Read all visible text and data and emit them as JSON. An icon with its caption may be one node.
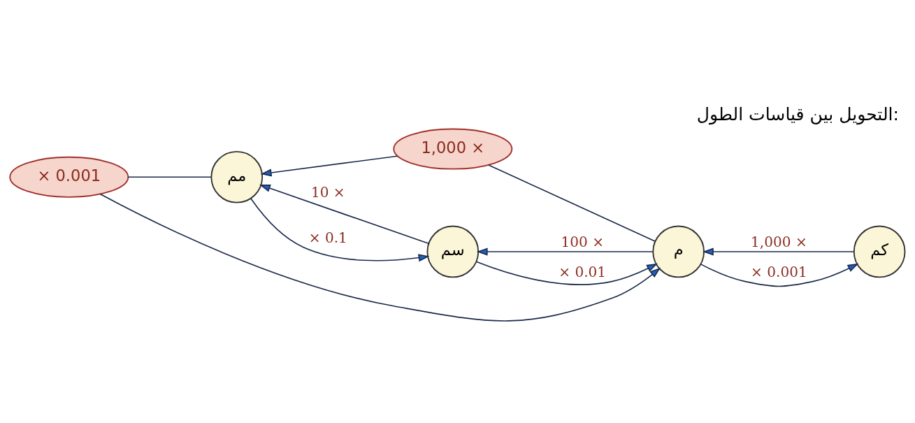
{
  "diagram": {
    "title": "التحويل بين قياسات الطول:",
    "nodes": [
      {
        "text": [
          "1,000 ×"
        ]
      },
      {
        "text": [
          "كم"
        ]
      },
      {
        "text": [
          "م"
        ]
      },
      {
        "text": [
          "سم"
        ]
      },
      {
        "text": [
          "مم"
        ]
      },
      {
        "text": [
          "× 0.001"
        ]
      }
    ],
    "edges": [
      {
        "from": 2,
        "to": 0,
        "arrow": "none"
      },
      {
        "from": 0,
        "to": 4,
        "arrow": "to"
      },
      {
        "from": 1,
        "to": 2,
        "arrow": "to",
        "label": "1,000 ×"
      },
      {
        "from": 2,
        "to": 3,
        "arrow": "to",
        "label": "100 ×"
      },
      {
        "from": 3,
        "to": 4,
        "arrow": "to",
        "label": "10 ×"
      },
      {
        "from": 4,
        "to": 3,
        "arrow": "to",
        "label": "× 0.1"
      },
      {
        "from": 3,
        "to": 2,
        "arrow": "to",
        "label": "× 0.01"
      },
      {
        "from": 2,
        "to": 1,
        "arrow": "to",
        "label": "× 0.001"
      },
      {
        "from": 4,
        "to": 5,
        "arrow": "none"
      },
      {
        "from": 5,
        "to": 2,
        "arrow": "to"
      }
    ]
  }
}
